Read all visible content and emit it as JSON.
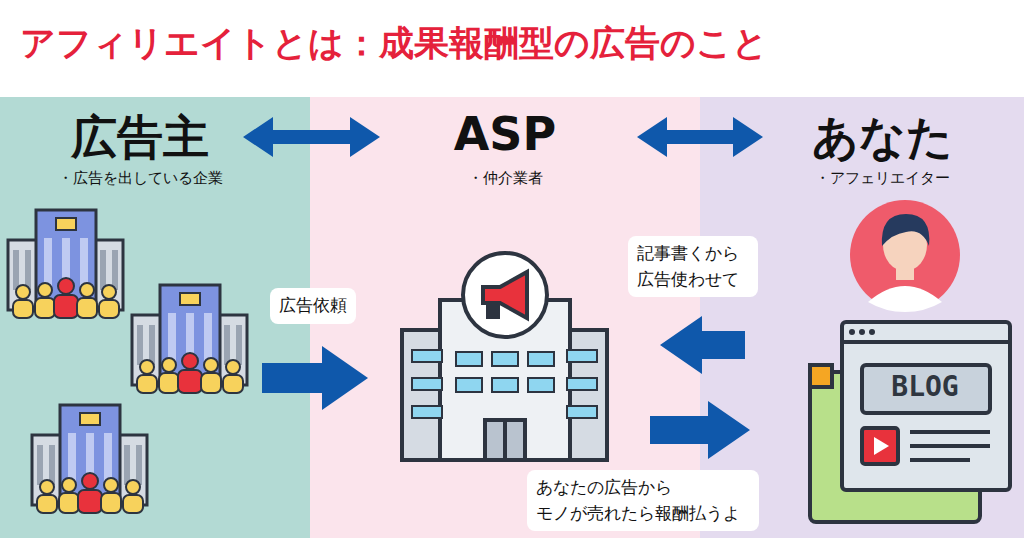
{
  "diagram": {
    "title": "アフィリエイトとは：成果報酬型の広告のこと",
    "nodes": [
      {
        "text": [
          "広告主",
          "・広告を出している企業"
        ]
      },
      {
        "text": [
          "ASP",
          "・仲介業者"
        ]
      },
      {
        "text": [
          "あなた",
          "・アフェリエイター"
        ]
      }
    ],
    "edges": [
      {
        "from": 0,
        "to": 1,
        "arrow": "both"
      },
      {
        "from": 1,
        "to": 2,
        "arrow": "both"
      },
      {
        "from": 0,
        "to": 1,
        "label": "広告依頼",
        "arrow": "to"
      },
      {
        "from": 2,
        "to": 1,
        "label": "記事書くから 広告使わせて",
        "arrow": "to"
      },
      {
        "from": 1,
        "to": 2,
        "label": "あなたの広告から モノが売れたら報酬払うよ",
        "arrow": "to"
      }
    ],
    "labels": [
      "BLOG"
    ]
  }
}
